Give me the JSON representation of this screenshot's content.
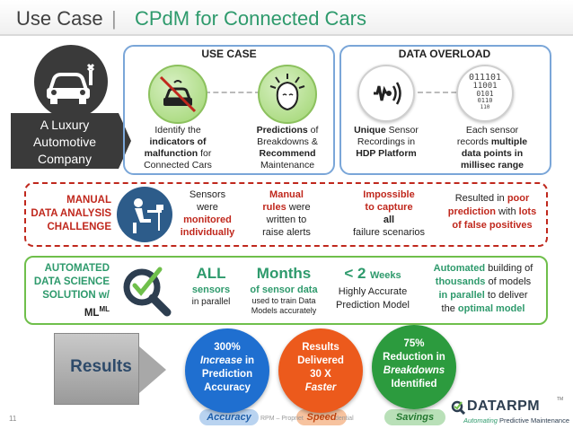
{
  "title": {
    "main": "Use Case",
    "separator": "|",
    "sub": "CPdM for Connected Cars"
  },
  "company": {
    "label_lines": [
      "A Luxury",
      "Automotive",
      "Company"
    ]
  },
  "use_case": {
    "heading": "USE CASE",
    "item1": {
      "pre": "Identify the",
      "bold": "indicators of",
      "bold2": "malfunction",
      "post": "for",
      "post2": "Connected Cars"
    },
    "item2": {
      "bold": "Predictions",
      "post": "of",
      "line2": "Breakdowns &",
      "bold2": "Recommend",
      "line4": "Maintenance"
    }
  },
  "data_overload": {
    "heading": "DATA OVERLOAD",
    "binary_lines": [
      "011101",
      "11001",
      "0101",
      "0110",
      "110"
    ],
    "item1": {
      "bold": "Unique",
      "post": "Sensor",
      "line2": "Recordings in",
      "line3": "HDP Platform"
    },
    "item2": {
      "line1": "Each sensor",
      "pre": "records",
      "bold": "multiple",
      "bold2": "data points in",
      "bold3": "millisec range"
    }
  },
  "manual": {
    "label_lines": [
      "MANUAL",
      "DATA ANALYSIS",
      "CHALLENGE"
    ],
    "col1": {
      "line1": "Sensors",
      "line2": "were",
      "red1": "monitored",
      "red2": "individually"
    },
    "col2": {
      "red1": "Manual",
      "red2": "rules",
      "post": "were",
      "line3": "written to",
      "line4": "raise alerts"
    },
    "col3": {
      "red1": "Impossible",
      "red2": "to capture",
      "bold": "all",
      "line4": "failure scenarios"
    },
    "col4": {
      "pre": "Resulted in",
      "red1": "poor",
      "red2": "prediction",
      "mid": "with",
      "red3": "lots",
      "red4": "of false positives"
    }
  },
  "automated": {
    "label_lines": [
      "AUTOMATED",
      "DATA SCIENCE",
      "SOLUTION w/"
    ],
    "label_ml": "ML",
    "label_ml_sup": "ML",
    "col1": {
      "big": "ALL",
      "green": "sensors",
      "line3": "in parallel"
    },
    "col2": {
      "big": "Months",
      "green": "of sensor data",
      "line3": "used to train Data",
      "line4": "Models accurately"
    },
    "col3": {
      "big": "< 2",
      "big_suffix": "Weeks",
      "line2": "Highly Accurate",
      "line3": "Prediction Model"
    },
    "col4": {
      "green1": "Automated",
      "post1": "building of",
      "green2": "thousands",
      "post2": "of models",
      "green3": "in parallel",
      "post3": "to deliver",
      "pre4": "the",
      "green4": "optimal model"
    }
  },
  "results": {
    "label": "Results",
    "circles": [
      {
        "line1": "300%",
        "line2": "Increase",
        "line2_post": "in",
        "line3": "Prediction",
        "line4": "Accuracy",
        "color": "#1f6fd0",
        "pill": "Accuracy"
      },
      {
        "line1": "Results",
        "line2": "Delivered",
        "line3": "30 X",
        "line4": "Faster",
        "color": "#ec5a1c",
        "pill": "Speed"
      },
      {
        "line1": "75%",
        "line2": "Reduction in",
        "line3": "Breakdowns",
        "line4": "Identified",
        "color": "#2c9b3e",
        "pill": "Savings"
      }
    ]
  },
  "footer": {
    "page_number": "11",
    "confidential_left": "RPM – Propriet",
    "confidential_right": "dential",
    "brand_name": "DATARPM",
    "brand_tm": "TM",
    "brand_tag_pre": "Automating",
    "brand_tag_post": "Predictive Maintenance"
  },
  "colors": {
    "accent_green": "#2e9a6c",
    "red": "#c0281d",
    "blue_border": "#7aa6d8",
    "dark": "#3a3a3a"
  }
}
